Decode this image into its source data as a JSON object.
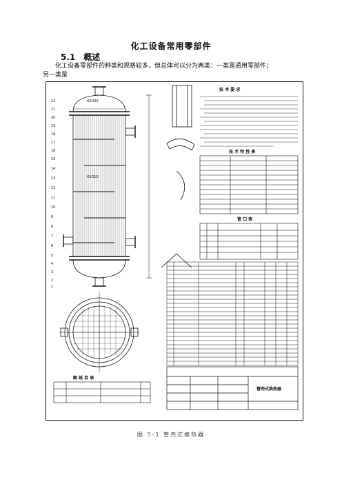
{
  "doc": {
    "title": "化工设备常用零部件",
    "section_number": "5.1",
    "section_title": "概述",
    "paragraph_line1": "化工设备零部件的种类和规格较多，但总体可以分为两类：一类是通用零部件；",
    "paragraph_line2": "另一类是"
  },
  "drawing": {
    "tech_title": "技 术 要 求",
    "spec_title": "技 术 特 性 表",
    "nozzle_title": "管 口 表",
    "ref_title": "图 纸 目 录",
    "block_title": "管壳式换热器",
    "dim_top": "Φ1000",
    "dim_bottom": "Φ1010"
  },
  "caption": "图 5-1  管壳式换热器"
}
